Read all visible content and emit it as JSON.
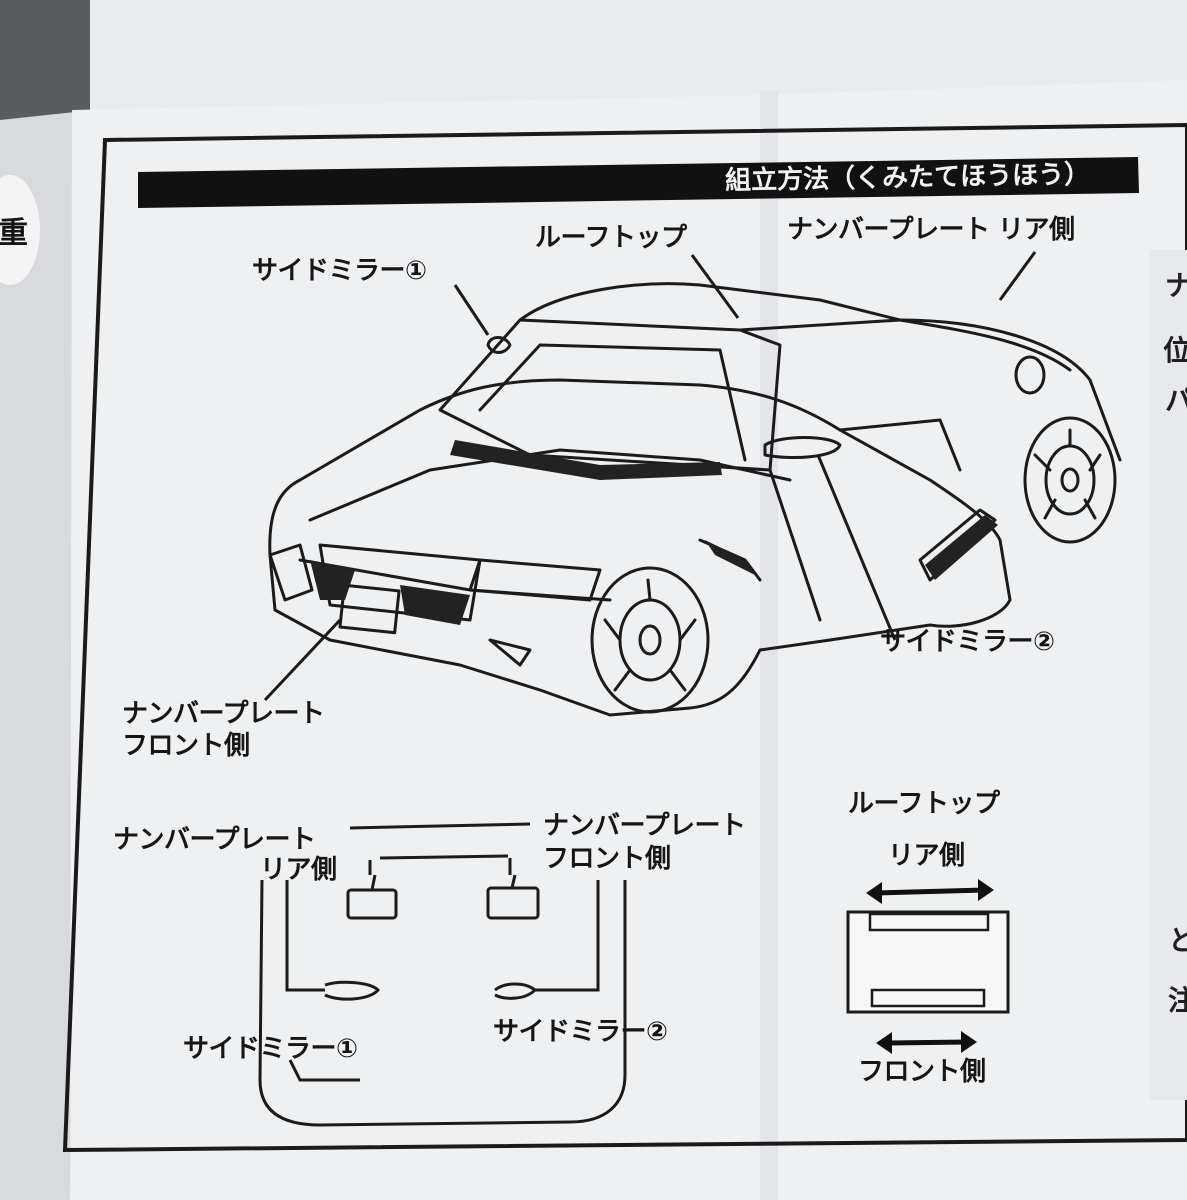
{
  "header": {
    "title": "組立方法（くみたてほうほう）"
  },
  "labels": {
    "side_mirror_1": "サイドミラー①",
    "rooftop": "ルーフトップ",
    "plate_rear": "ナンバープレート リア側",
    "side_mirror_2": "サイドミラー②",
    "plate_front_line1": "ナンバープレート",
    "plate_front_line2": "フロント側"
  },
  "parts": {
    "plate_rear_line1": "ナンバープレート",
    "plate_rear_line2": "リア側",
    "plate_front_line1": "ナンバープレート",
    "plate_front_line2": "フロント側",
    "side_mirror_1": "サイドミラー①",
    "side_mirror_2": "サイドミラー②"
  },
  "roof_diagram": {
    "title": "ルーフトップ",
    "rear": "リア側",
    "front": "フロント側"
  },
  "edge_glyphs": {
    "left": "重",
    "right_1": "ナ",
    "right_2": "位",
    "right_3": "パ",
    "right_4": "と",
    "right_5": "注"
  },
  "colors": {
    "paper": "#eef0f2",
    "ink": "#161616",
    "title_bar": "#111111",
    "table_edge": "#5a5a5a"
  }
}
